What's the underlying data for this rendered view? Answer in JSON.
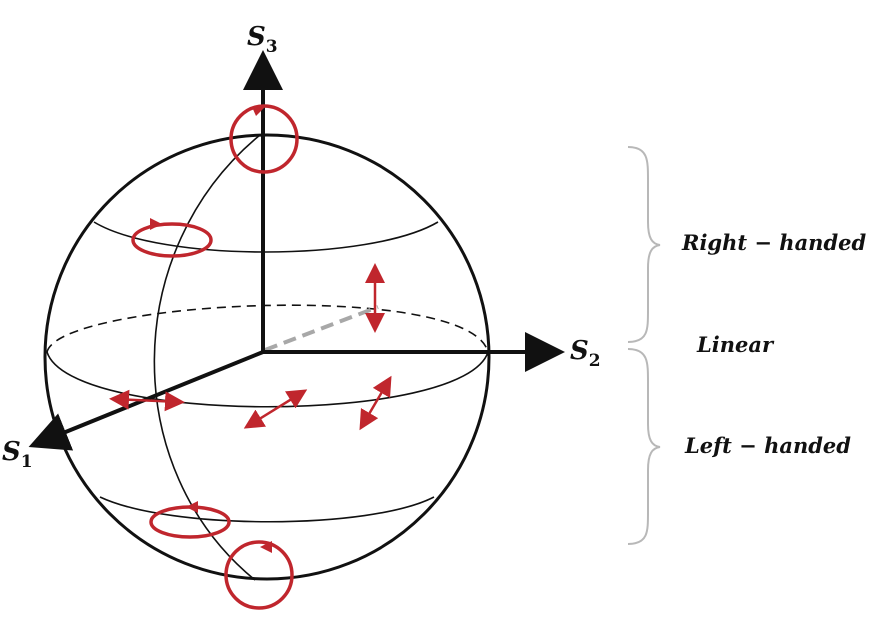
{
  "axes": {
    "s1": {
      "symbol": "S",
      "subscript": "1"
    },
    "s2": {
      "symbol": "S",
      "subscript": "2"
    },
    "s3": {
      "symbol": "S",
      "subscript": "3"
    }
  },
  "labels": {
    "right_handed": "Right − handed",
    "linear": "Linear",
    "left_handed": "Left − handed"
  },
  "colors": {
    "outline": "#111111",
    "polarization": "#c0262d",
    "bracket": "#b8b8b8",
    "hidden_axis": "#a8a8a8"
  }
}
